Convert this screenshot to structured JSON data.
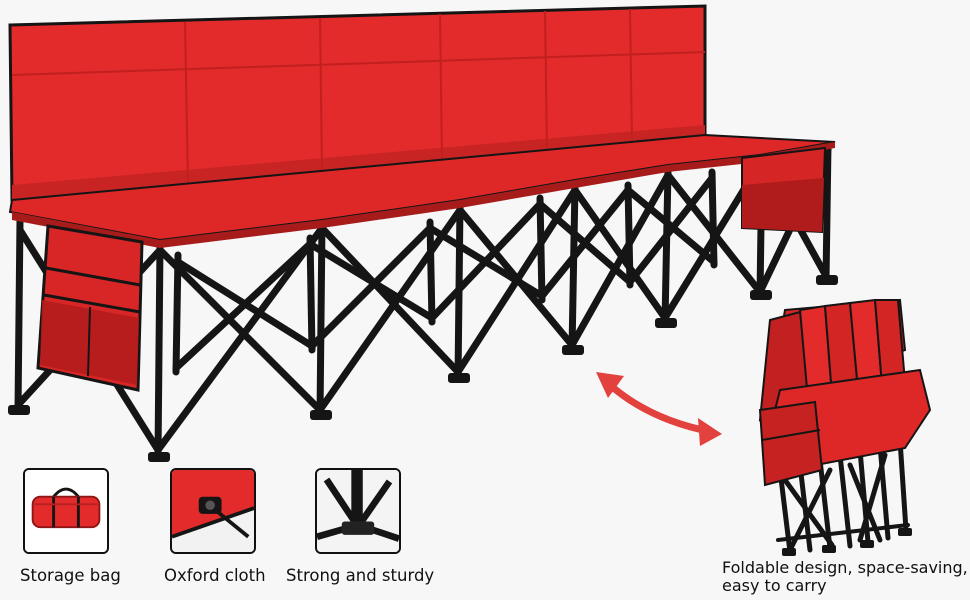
{
  "features": [
    {
      "label": "Storage bag",
      "icon": "storage-bag-icon"
    },
    {
      "label": "Oxford cloth",
      "icon": "oxford-cloth-icon"
    },
    {
      "label": "Strong and sturdy",
      "icon": "sturdy-frame-icon"
    }
  ],
  "folded_caption": {
    "line1": "Foldable design, space-saving,",
    "line2": "easy to carry"
  },
  "colors": {
    "fabric": "#e32b2b",
    "fabric_shade": "#b81f1f",
    "frame": "#151515",
    "arrow": "#e2413e",
    "background": "#f7f7f7"
  }
}
